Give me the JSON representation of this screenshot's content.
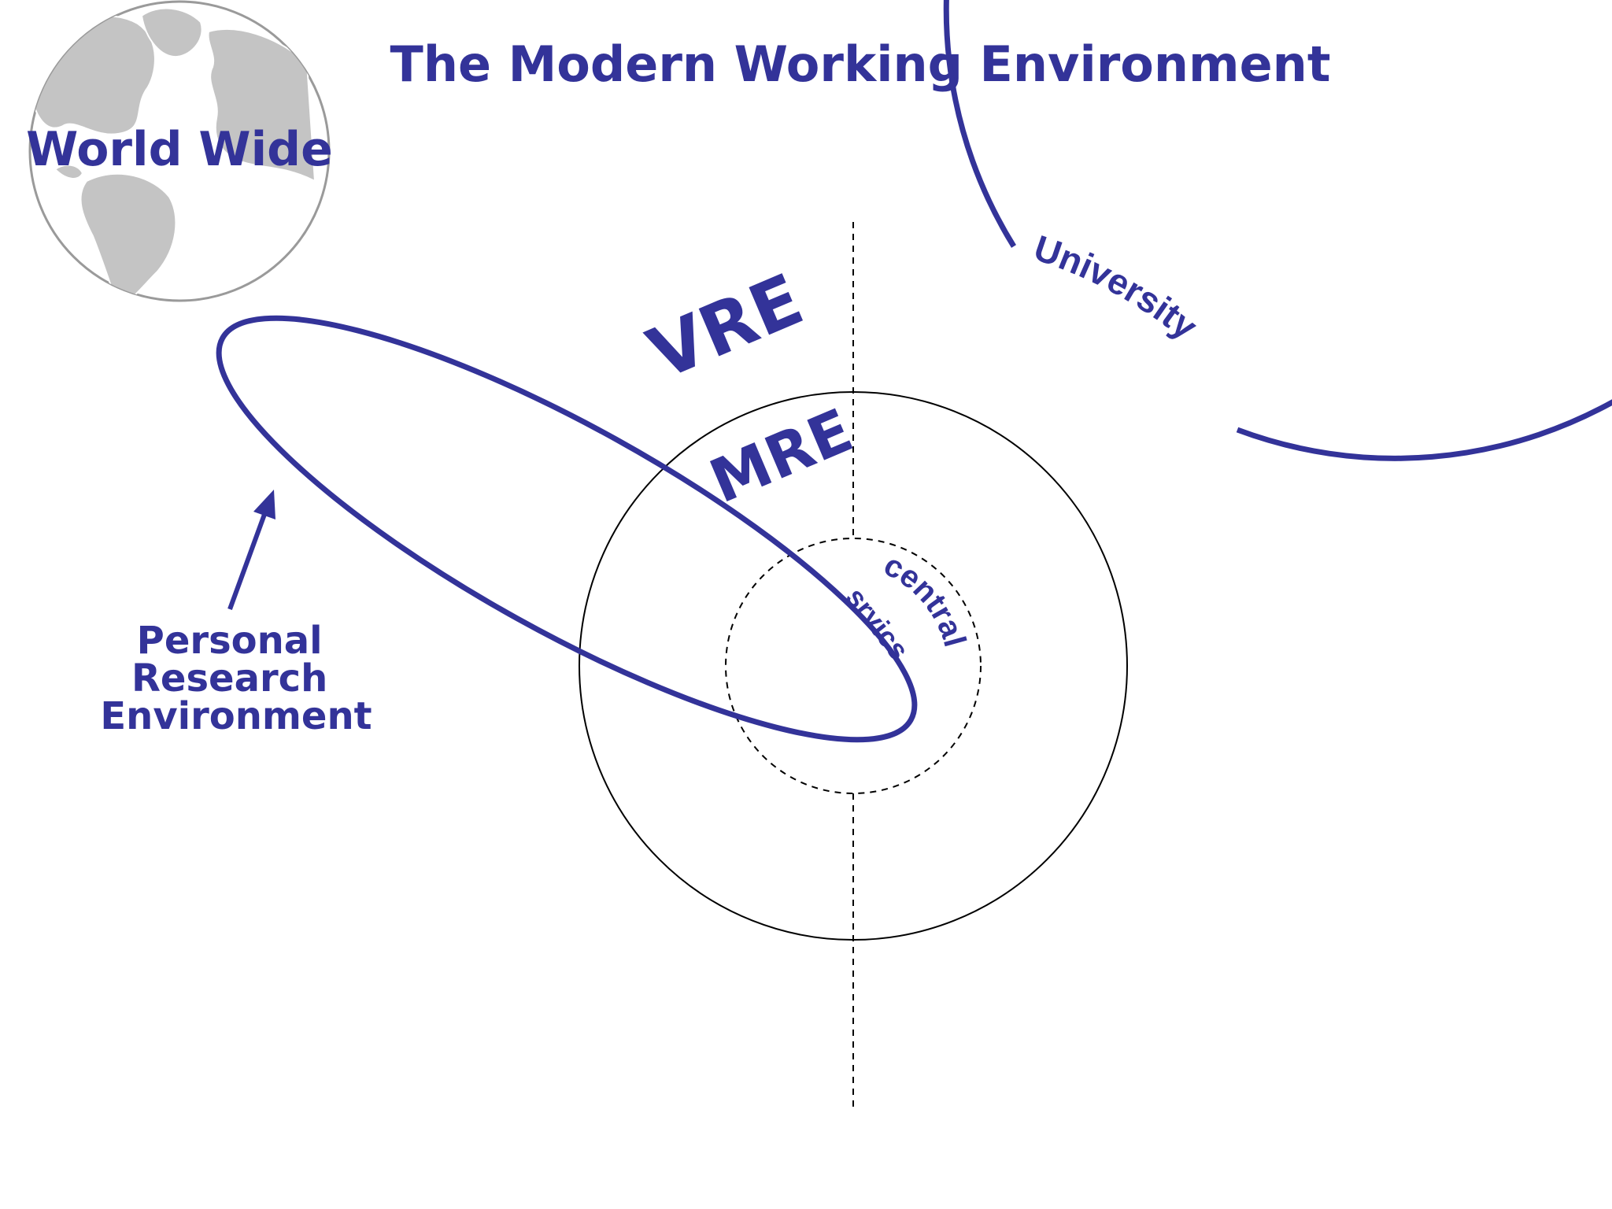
{
  "title": "The Modern Working Environment",
  "globe_label": "World Wide",
  "university_label": "University",
  "vre_label": "VRE",
  "mre_label": "MRE",
  "central_label": "central",
  "services_label": "srvics",
  "pre_label_lines": [
    "Personal",
    "Research",
    "Environment"
  ],
  "colors": {
    "accent": "#333399",
    "globe_land": "#c4c4c4",
    "globe_outline": "#9a9a9a",
    "line": "#000000"
  },
  "icons": [
    "globe-icon",
    "arrow-up-icon"
  ]
}
